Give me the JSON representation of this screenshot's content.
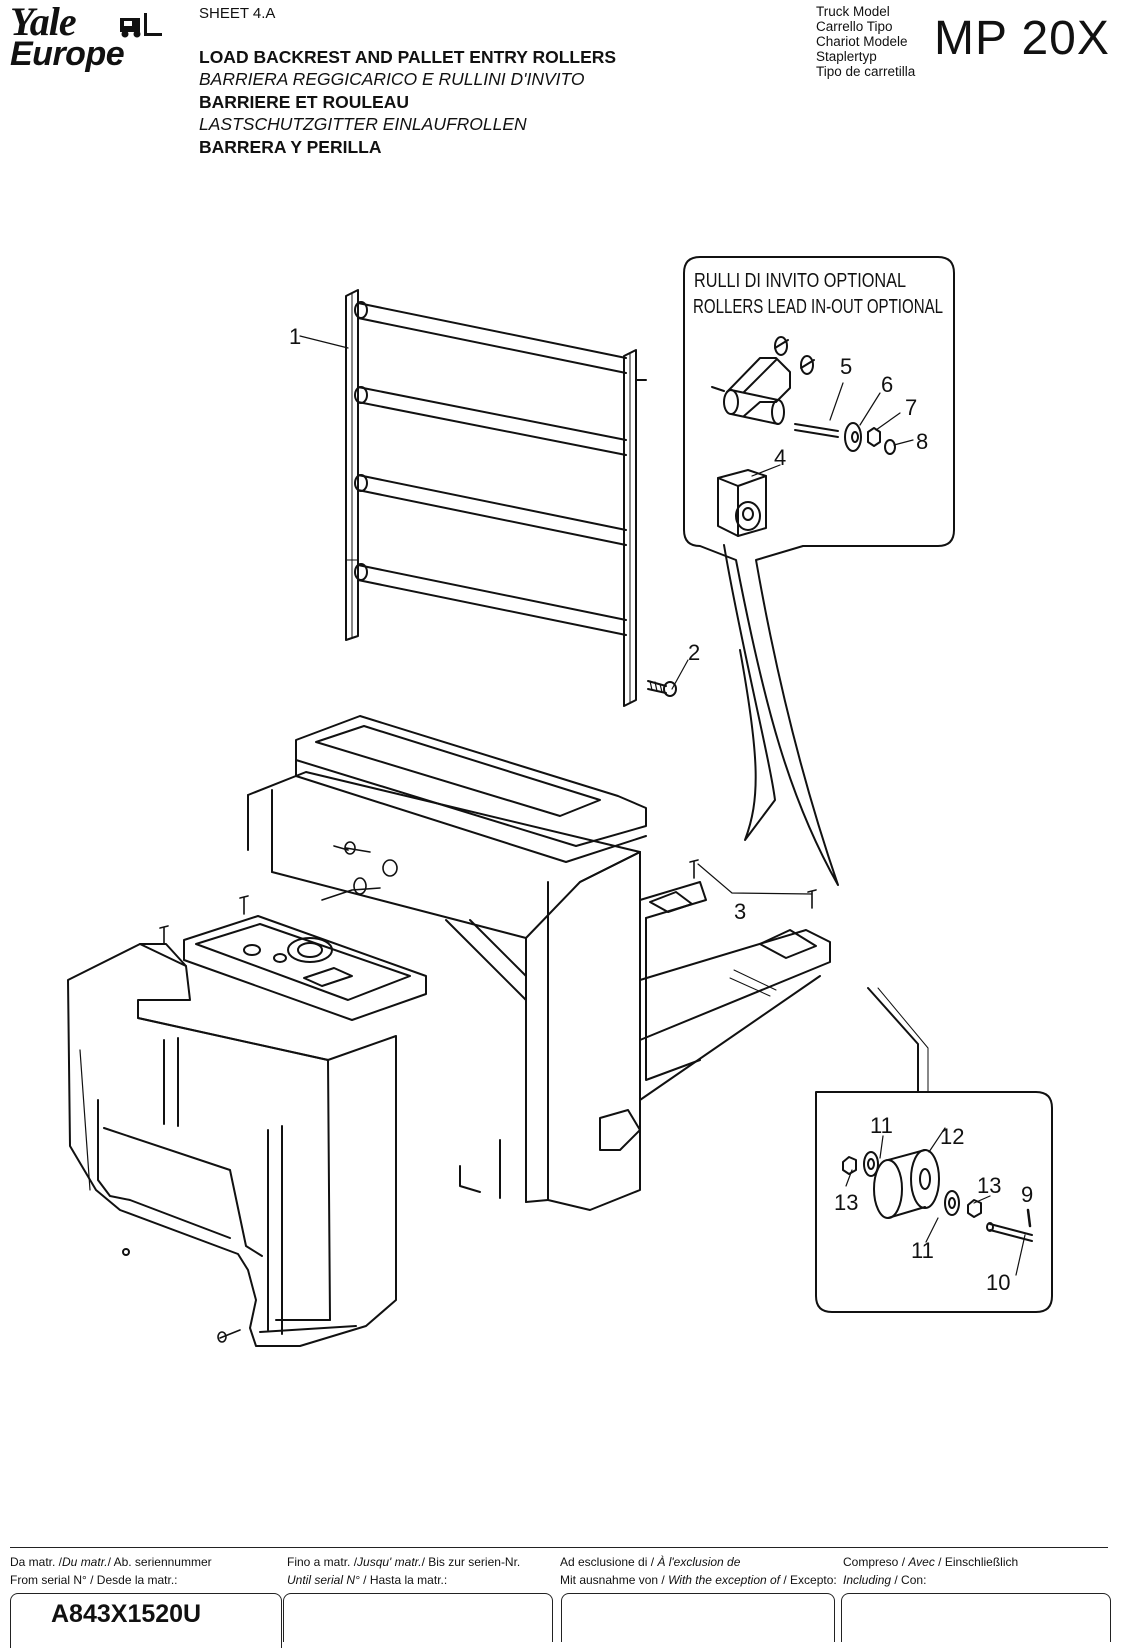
{
  "logo": {
    "line1": "Yale",
    "line2": "Europe"
  },
  "header": {
    "sheet": "SHEET 4.A",
    "titles": [
      "LOAD BACKREST AND PALLET ENTRY ROLLERS",
      "BARRIERA REGGICARICO E RULLINI D'INVITO",
      "BARRIERE ET ROULEAU",
      "LASTSCHUTZGITTER EINLAUFROLLEN",
      "BARRERA Y PERILLA"
    ],
    "model_labels": [
      "Truck Model",
      "Carrello Tipo",
      "Chariot Modele",
      "Staplertyp",
      "Tipo de carretilla"
    ],
    "model": "MP 20X"
  },
  "drawing": {
    "callout_top_line1": "RULLI DI INVITO  OPTIONAL",
    "callout_top_line2": "ROLLERS LEAD IN-OUT OPTIONAL",
    "part_numbers": {
      "p1": "1",
      "p2": "2",
      "p3": "3",
      "p4": "4",
      "p5": "5",
      "p6": "6",
      "p7": "7",
      "p8": "8",
      "p9": "9",
      "p10": "10",
      "p11a": "11",
      "p11b": "11",
      "p12": "12",
      "p13a": "13",
      "p13b": "13"
    }
  },
  "footer": {
    "col1": {
      "line1a": "Da matr. /",
      "line1b": "Du matr.",
      "line1c": "/ Ab. seriennummer",
      "line2": "From serial N° / Desde la matr.:",
      "value": "A843X1520U"
    },
    "col2": {
      "line1a": "Fino a matr. /",
      "line1b": "Jusqu' matr.",
      "line1c": "/ Bis zur serien-Nr.",
      "line2a": "Until serial N°",
      "line2b": " / Hasta la matr.:",
      "value": ""
    },
    "col3": {
      "line1a": "Ad esclusione di / ",
      "line1b": "À l'exclusion de",
      "line2a": "Mit ausnahme von / ",
      "line2b": "With the exception of",
      "line2c": " / Excepto:",
      "value": ""
    },
    "col4": {
      "line1a": "Compreso / ",
      "line1b": "Avec",
      "line1c": " / Einschließlich",
      "line2a": "Including",
      "line2b": " / Con:",
      "value": ""
    }
  }
}
